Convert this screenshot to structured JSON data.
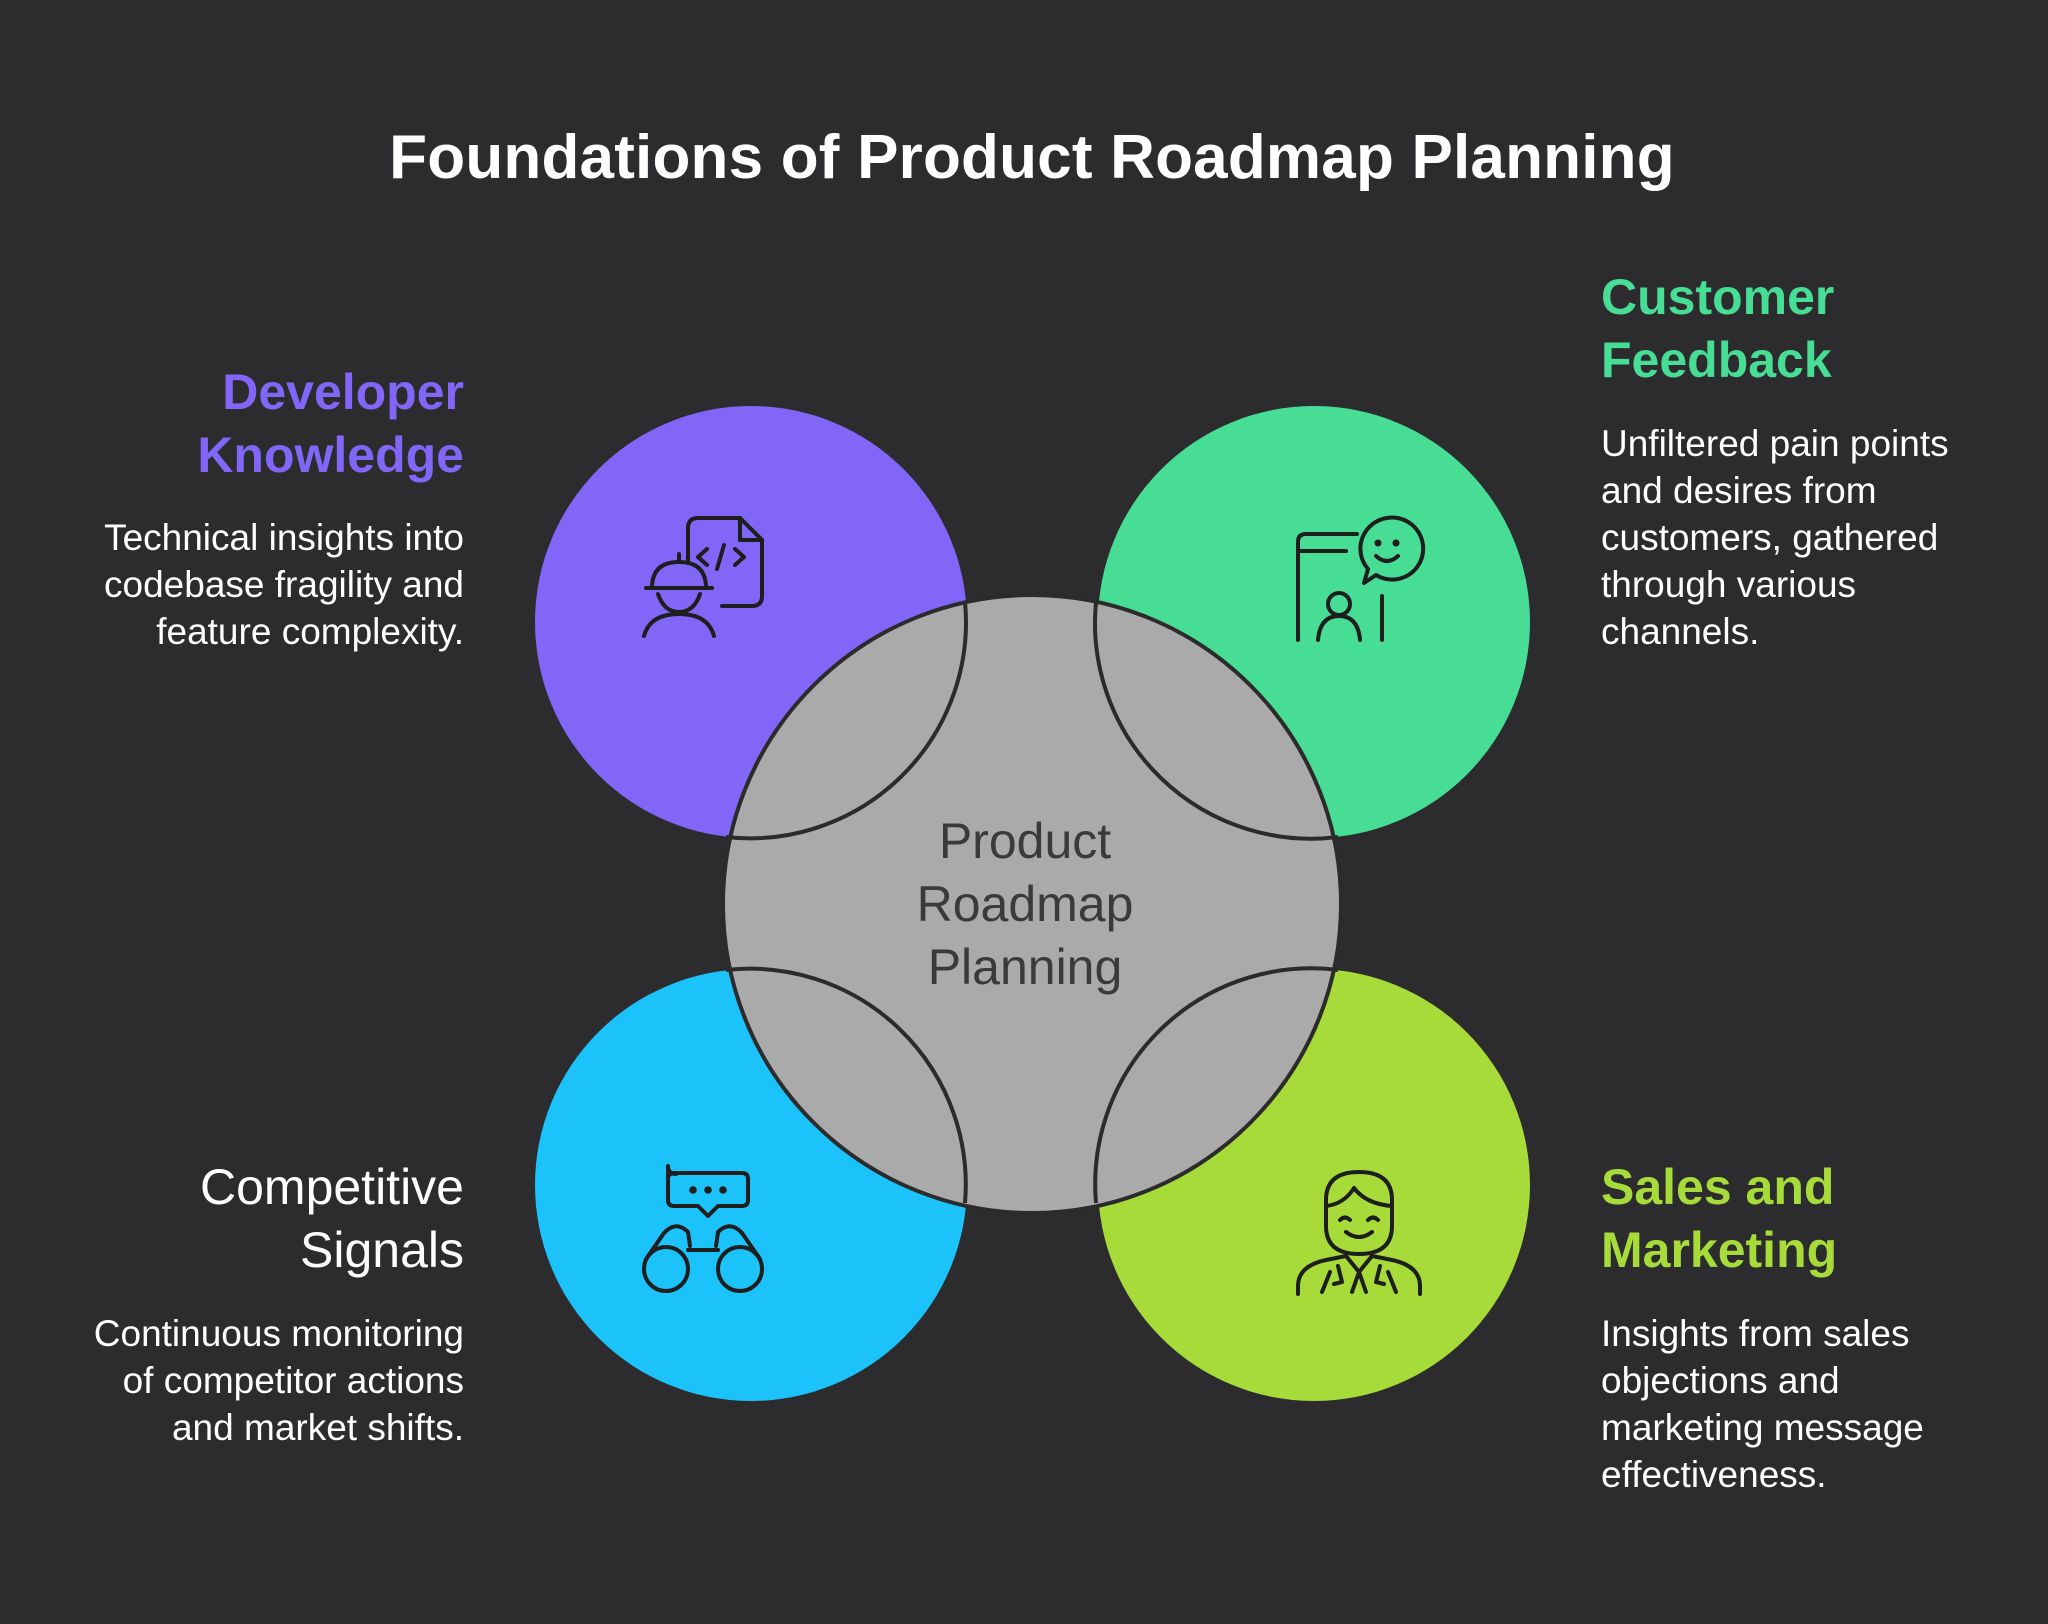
{
  "title": "Foundations of Product Roadmap Planning",
  "center": {
    "label": "Product\nRoadmap\nPlanning",
    "color": "#aaaaab"
  },
  "sections": {
    "developer": {
      "heading": "Developer\nKnowledge",
      "description": "Technical insights into\ncodebase fragility and\nfeature complexity.",
      "color": "#8266f8",
      "heading_color": "#8266f8",
      "icon": "developer-code-icon"
    },
    "customer": {
      "heading": "Customer\nFeedback",
      "description": "Unfiltered pain points\nand desires from\ncustomers, gathered\nthrough various\nchannels.",
      "color": "#48dd95",
      "heading_color": "#48dd95",
      "icon": "customer-chat-icon"
    },
    "competitive": {
      "heading": "Competitive\nSignals",
      "description": "Continuous monitoring\nof competitor actions\nand market shifts.",
      "color": "#1cc3fb",
      "heading_color": "#ffffff",
      "icon": "binoculars-icon"
    },
    "sales": {
      "heading": "Sales and\nMarketing",
      "description": "Insights from sales\nobjections and\nmarketing message\neffectiveness.",
      "color": "#a7db3a",
      "heading_color": "#a7db3a",
      "icon": "salesperson-icon"
    }
  }
}
